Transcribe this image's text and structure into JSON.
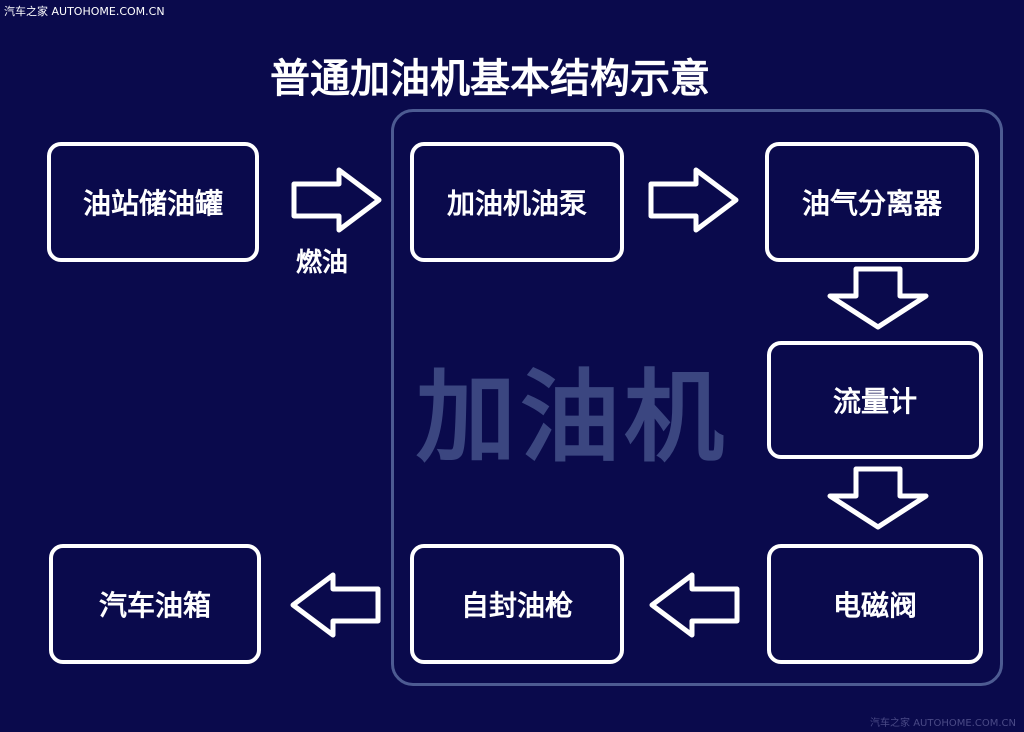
{
  "watermark_top": "汽车之家 AUTOHOME.COM.CN",
  "watermark_bottom": "汽车之家 AUTOHOME.COM.CN",
  "title": "普通加油机基本结构示意",
  "container_label": "加油机",
  "nodes": {
    "tank": "油站储油罐",
    "pump": "加油机油泵",
    "separator": "油气分离器",
    "meter": "流量计",
    "valve": "电磁阀",
    "nozzle": "自封油枪",
    "car_tank": "汽车油箱"
  },
  "edge_label": "燃油",
  "colors": {
    "background": "#0a0a4c",
    "box_border": "#ffffff",
    "container_border": "#4d5b92",
    "container_label": "#3b4680"
  }
}
